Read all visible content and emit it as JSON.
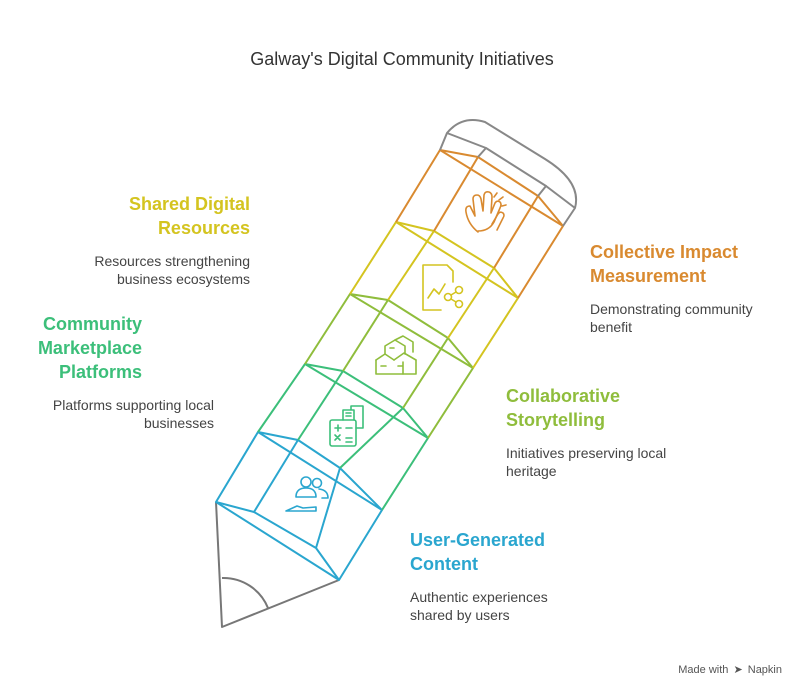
{
  "title": "Galway's Digital Community Initiatives",
  "sections": [
    {
      "heading_lines": [
        "Shared Digital",
        "Resources"
      ],
      "desc_lines": [
        "Resources strengthening",
        "business ecosystems"
      ],
      "color": "#d4c420",
      "icon": "analytics-share-icon"
    },
    {
      "heading_lines": [
        "Collective Impact",
        "Measurement"
      ],
      "desc_lines": [
        "Demonstrating community",
        "benefit"
      ],
      "color": "#d98a30",
      "icon": "clapping-hands-icon"
    },
    {
      "heading_lines": [
        "Community",
        "Marketplace",
        "Platforms"
      ],
      "desc_lines": [
        "Platforms supporting local",
        "businesses"
      ],
      "color": "#3cbf7a",
      "icon": "calculator-building-icon"
    },
    {
      "heading_lines": [
        "Collaborative",
        "Storytelling"
      ],
      "desc_lines": [
        "Initiatives preserving local",
        "heritage"
      ],
      "color": "#8fbd3c",
      "icon": "houses-icon"
    },
    {
      "heading_lines": [
        "User-Generated",
        "Content"
      ],
      "desc_lines": [
        "Authentic experiences",
        "shared by users"
      ],
      "color": "#2aa6cf",
      "icon": "users-icon"
    }
  ],
  "pencil_colors": {
    "outline": "#777777",
    "eraser": "#888888"
  },
  "footer": {
    "made_with": "Made with",
    "brand": "Napkin"
  }
}
